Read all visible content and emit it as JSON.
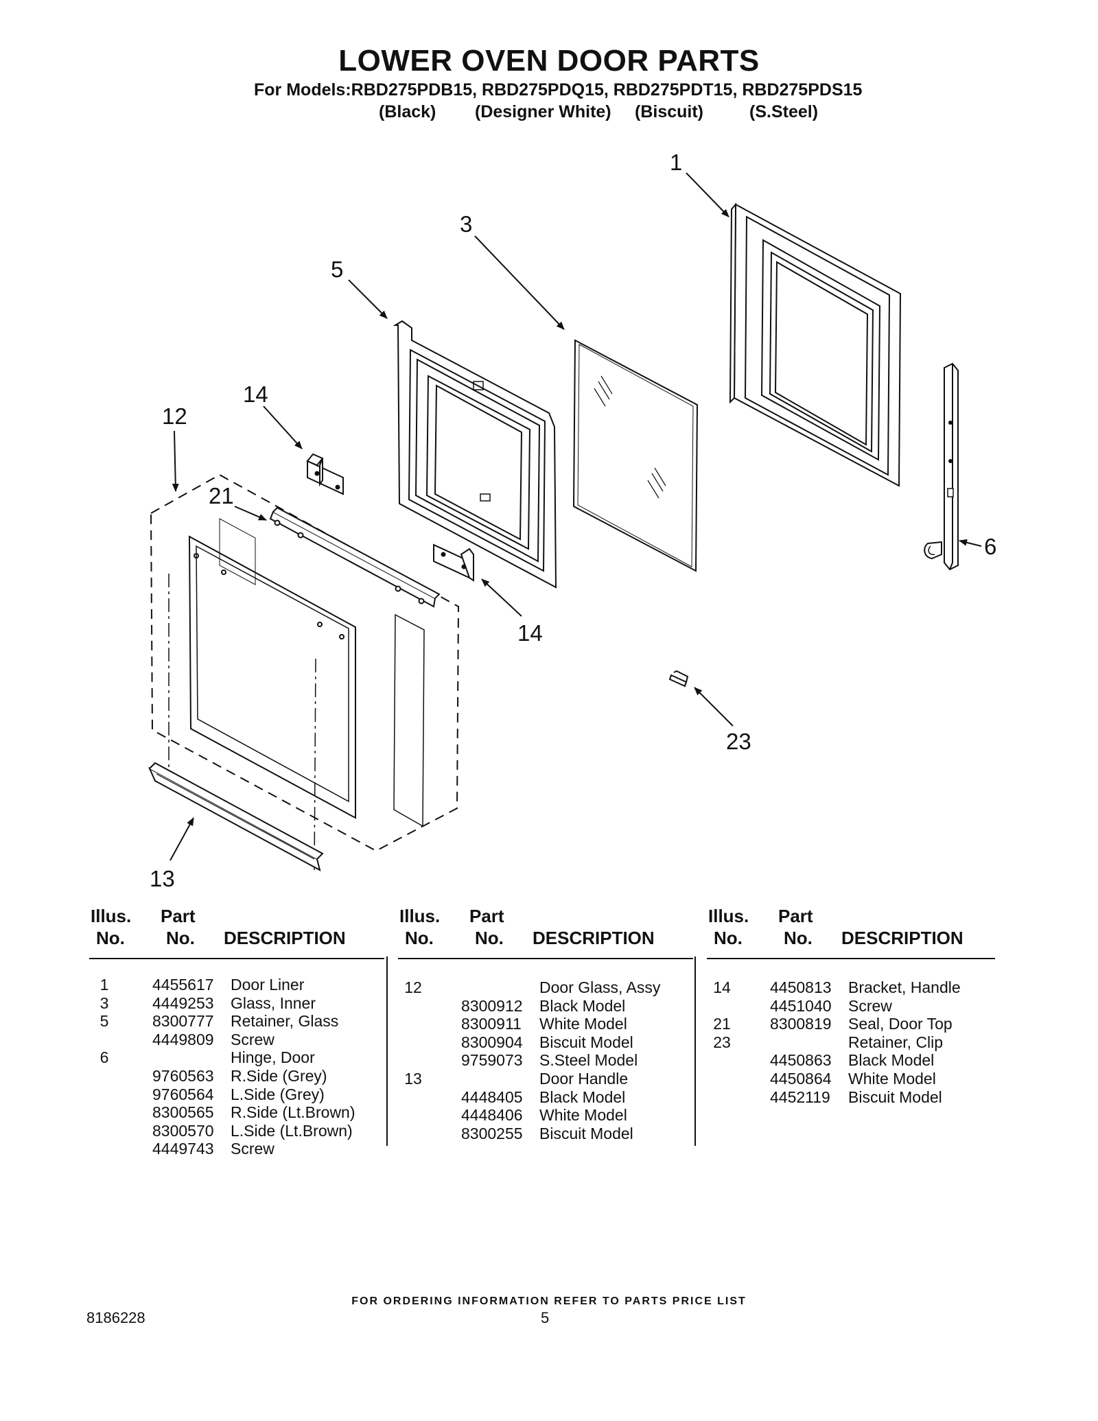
{
  "header": {
    "title": "LOWER OVEN DOOR PARTS",
    "models_line": "For Models:RBD275PDB15, RBD275PDQ15, RBD275PDT15, RBD275PDS15",
    "finishes": [
      "(Black)",
      "(Designer White)",
      "(Biscuit)",
      "(S.Steel)"
    ]
  },
  "diagram": {
    "callouts": [
      "1",
      "3",
      "5",
      "14",
      "12",
      "21",
      "14",
      "6",
      "23",
      "13"
    ]
  },
  "table": {
    "headers": {
      "illus_top": "Illus.",
      "illus_bottom": "No.",
      "part_top": "Part",
      "part_bottom": "No.",
      "description": "DESCRIPTION"
    },
    "columns": [
      [
        {
          "illus": "1",
          "part": "4455617",
          "desc": "Door Liner"
        },
        {
          "illus": "3",
          "part": "4449253",
          "desc": "Glass, Inner"
        },
        {
          "illus": "5",
          "part": "8300777",
          "desc": "Retainer, Glass"
        },
        {
          "illus": "",
          "part": "4449809",
          "desc": "Screw"
        },
        {
          "illus": "6",
          "part": "",
          "desc": "Hinge, Door"
        },
        {
          "illus": "",
          "part": "9760563",
          "desc": "R.Side (Grey)"
        },
        {
          "illus": "",
          "part": "9760564",
          "desc": "L.Side (Grey)"
        },
        {
          "illus": "",
          "part": "8300565",
          "desc": "R.Side (Lt.Brown)"
        },
        {
          "illus": "",
          "part": "8300570",
          "desc": "L.Side (Lt.Brown)"
        },
        {
          "illus": "",
          "part": "4449743",
          "desc": "Screw"
        }
      ],
      [
        {
          "illus": "12",
          "part": "",
          "desc": "Door Glass, Assy"
        },
        {
          "illus": "",
          "part": "8300912",
          "desc": "Black Model"
        },
        {
          "illus": "",
          "part": "8300911",
          "desc": "White Model"
        },
        {
          "illus": "",
          "part": "8300904",
          "desc": "Biscuit Model"
        },
        {
          "illus": "",
          "part": "9759073",
          "desc": "S.Steel Model"
        },
        {
          "illus": "13",
          "part": "",
          "desc": "Door Handle"
        },
        {
          "illus": "",
          "part": "4448405",
          "desc": "Black Model"
        },
        {
          "illus": "",
          "part": "4448406",
          "desc": "White Model"
        },
        {
          "illus": "",
          "part": "8300255",
          "desc": "Biscuit Model"
        }
      ],
      [
        {
          "illus": "14",
          "part": "4450813",
          "desc": "Bracket, Handle"
        },
        {
          "illus": "",
          "part": "4451040",
          "desc": "Screw"
        },
        {
          "illus": "21",
          "part": "8300819",
          "desc": "Seal, Door Top"
        },
        {
          "illus": "23",
          "part": "",
          "desc": "Retainer, Clip"
        },
        {
          "illus": "",
          "part": "4450863",
          "desc": "Black Model"
        },
        {
          "illus": "",
          "part": "4450864",
          "desc": "White Model"
        },
        {
          "illus": "",
          "part": "4452119",
          "desc": "Biscuit Model"
        }
      ]
    ]
  },
  "footer": {
    "ordering_note": "FOR ORDERING INFORMATION REFER TO PARTS PRICE LIST",
    "doc_number": "8186228",
    "page_number": "5"
  }
}
